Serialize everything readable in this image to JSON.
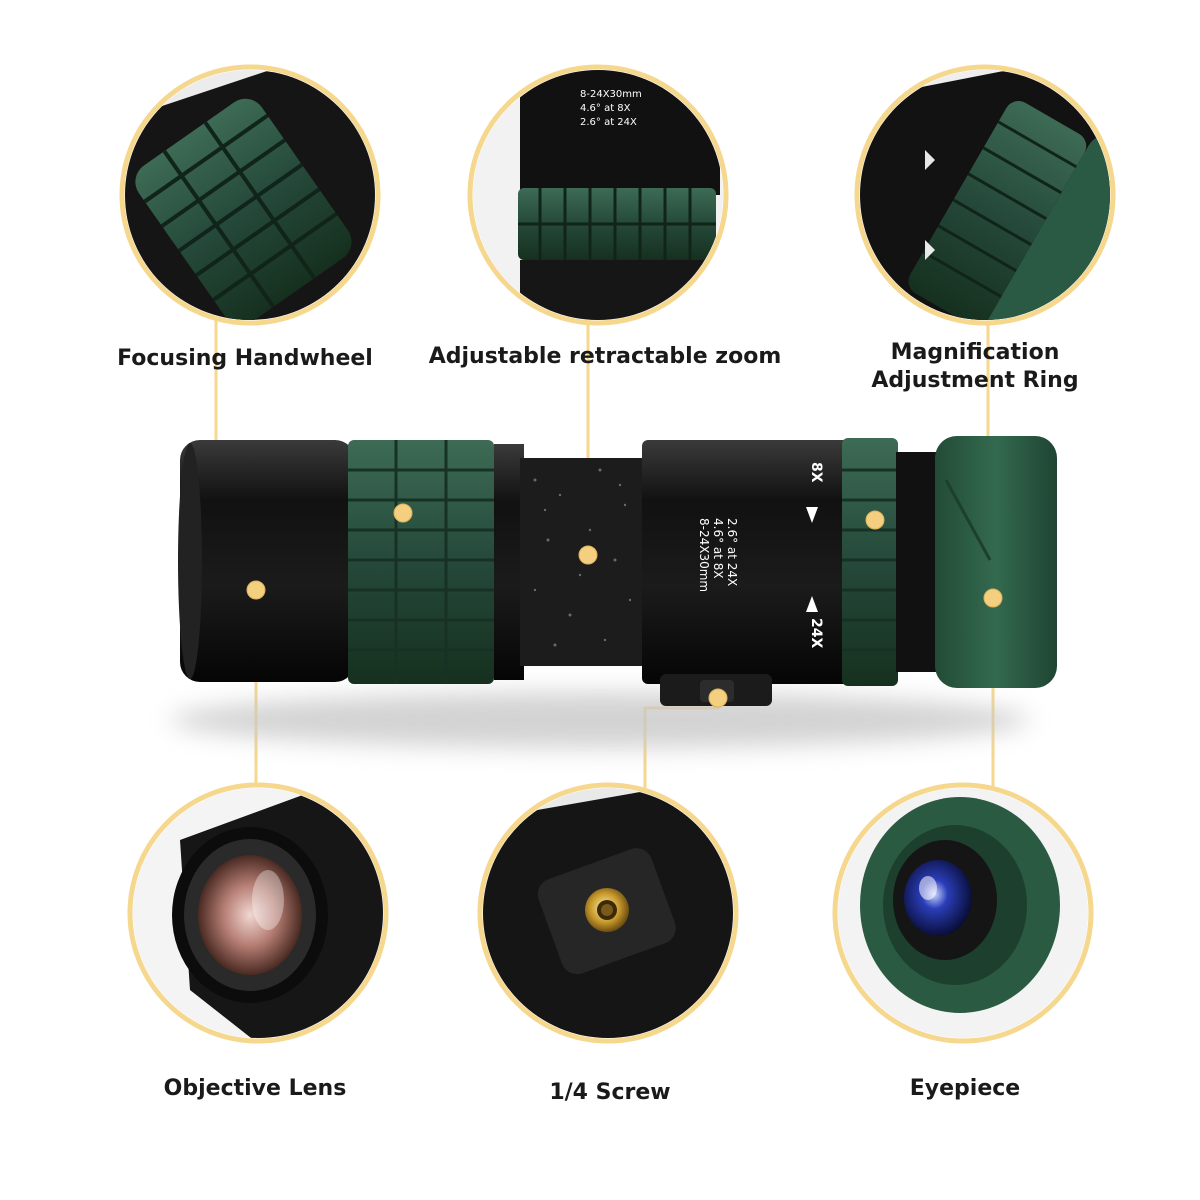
{
  "labels": {
    "focusing_handwheel": "Focusing Handwheel",
    "adjustable_zoom": "Adjustable retractable zoom",
    "magnification_line1": "Magnification",
    "magnification_line2": "Adjustment Ring",
    "objective_lens": "Objective Lens",
    "screw": "1/4 Screw",
    "eyepiece": "Eyepiece"
  },
  "body_print": {
    "line1": "8-24X30mm",
    "line2": "4.6° at 8X",
    "line3": "2.6° at 24X",
    "mark_8x": "8X",
    "mark_24x": "24X"
  },
  "colors": {
    "accent_gold": "#f5d78e",
    "dot_gold": "#f3cf7f",
    "barrel_black": "#141414",
    "rubber_green": "#2d5240",
    "eyecup_green": "#2b5a43",
    "lens_blue": "#1e2f9a"
  }
}
